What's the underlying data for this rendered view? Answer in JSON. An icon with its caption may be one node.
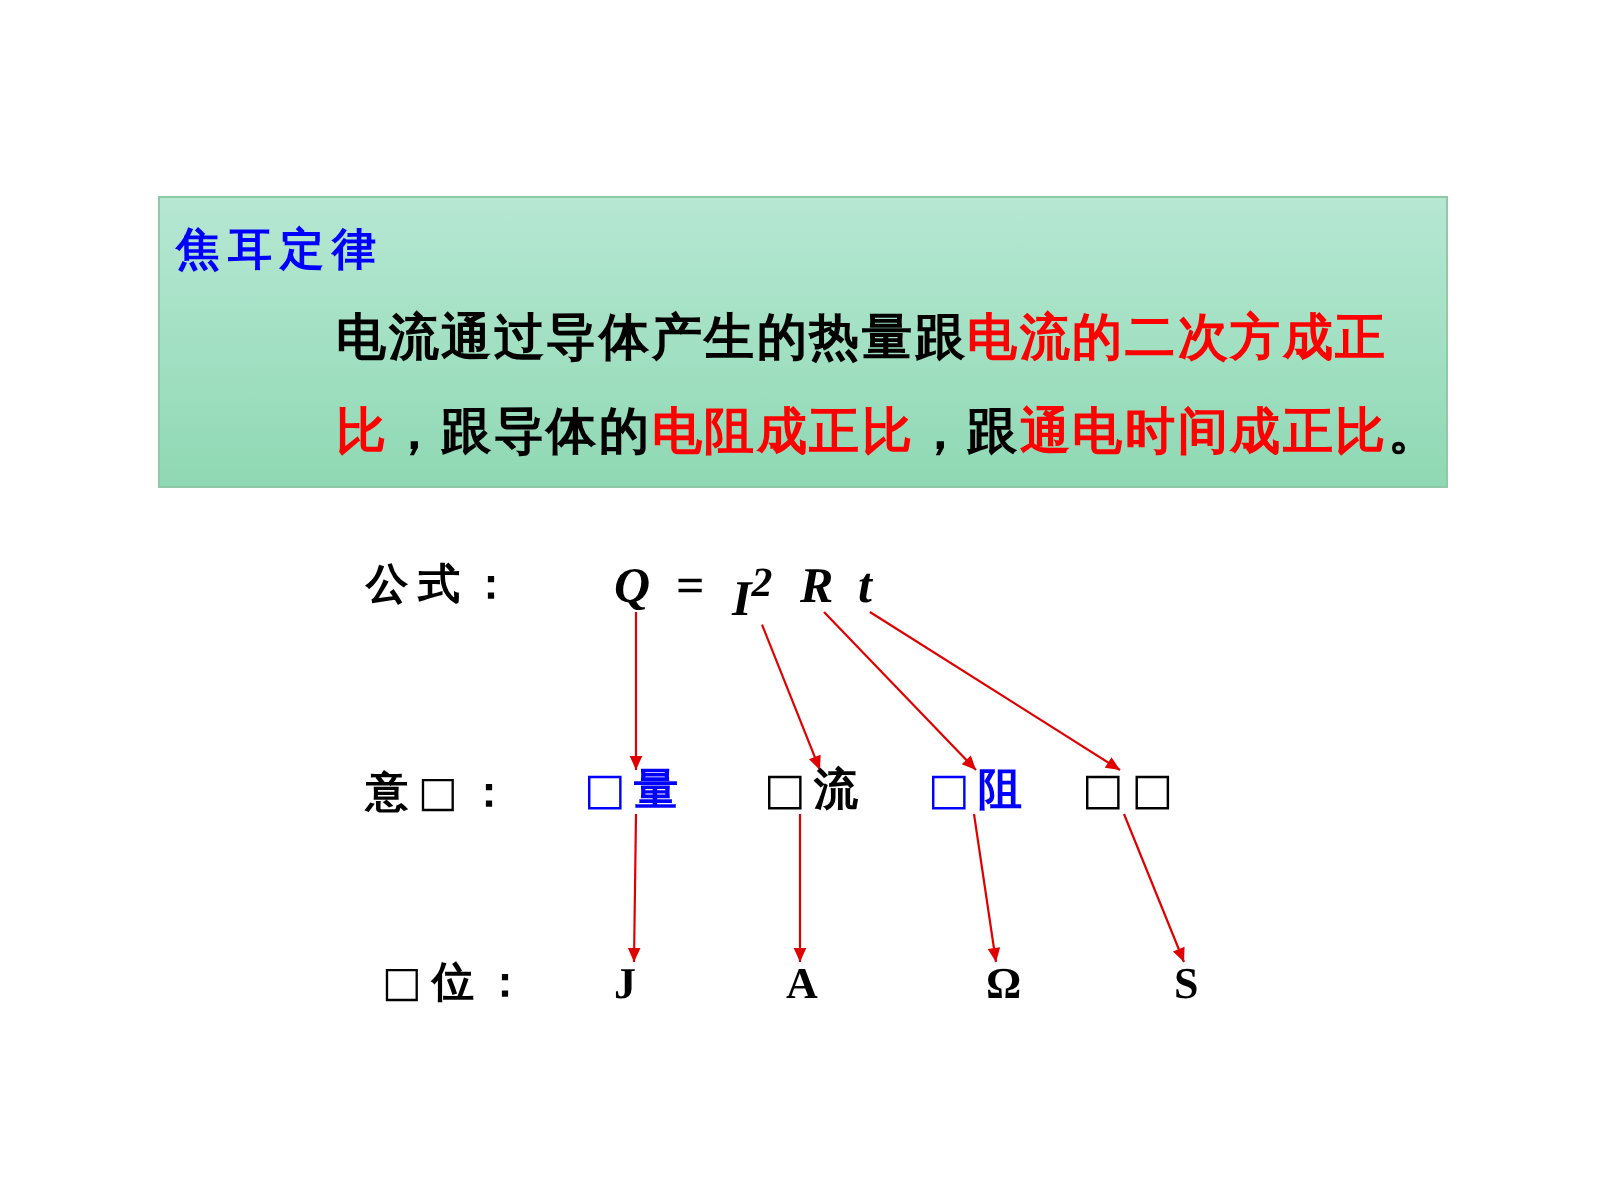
{
  "diagram": {
    "nodes": [
      {
        "text": [
          "焦耳定律",
          "电流通过导体产生的热量跟电流的二次方成正比，跟导体的电阻成正比，跟通电时间成正比。"
        ]
      },
      {
        "text": [
          "Q"
        ]
      },
      {
        "text": [
          "I$^{2}$"
        ]
      },
      {
        "text": [
          "R"
        ]
      },
      {
        "text": [
          "t"
        ]
      },
      {
        "text": [
          "□量"
        ]
      },
      {
        "text": [
          "□流"
        ]
      },
      {
        "text": [
          "□阻"
        ]
      },
      {
        "text": [
          "□□"
        ]
      },
      {
        "text": [
          "J"
        ]
      },
      {
        "text": [
          "A"
        ]
      },
      {
        "text": [
          "Ω"
        ]
      },
      {
        "text": [
          "S"
        ]
      }
    ],
    "edges": [
      {
        "from": 1,
        "to": 5,
        "arrow": "to"
      },
      {
        "from": 2,
        "to": 6,
        "arrow": "to"
      },
      {
        "from": 3,
        "to": 7,
        "arrow": "to"
      },
      {
        "from": 4,
        "to": 8,
        "arrow": "to"
      },
      {
        "from": 5,
        "to": 9,
        "arrow": "to"
      },
      {
        "from": 6,
        "to": 10,
        "arrow": "to"
      },
      {
        "from": 7,
        "to": 11,
        "arrow": "to"
      },
      {
        "from": 8,
        "to": 12,
        "arrow": "to"
      }
    ],
    "labels": [
      "公式：",
      "=",
      "意□：",
      "□位："
    ]
  }
}
